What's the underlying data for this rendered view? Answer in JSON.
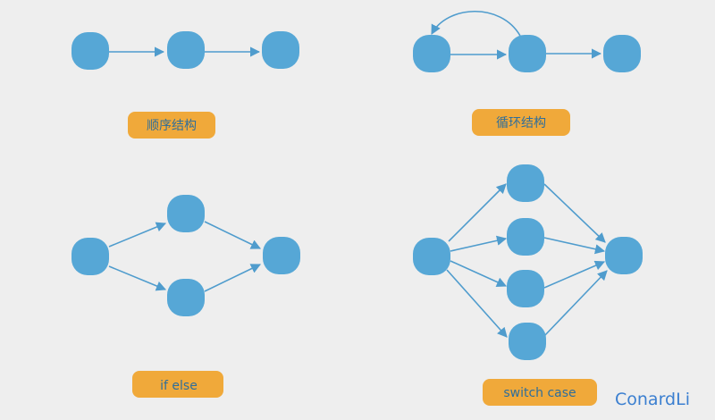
{
  "labels": {
    "sequence": "顺序结构",
    "loop": "循环结构",
    "if_else": "if else",
    "switch_case": "switch case"
  },
  "signature": "ConardLi",
  "colors": {
    "node": "#56a7d6",
    "edge": "#4f9ccd",
    "tag": "#f0a93a",
    "background": "#eeeeee"
  }
}
